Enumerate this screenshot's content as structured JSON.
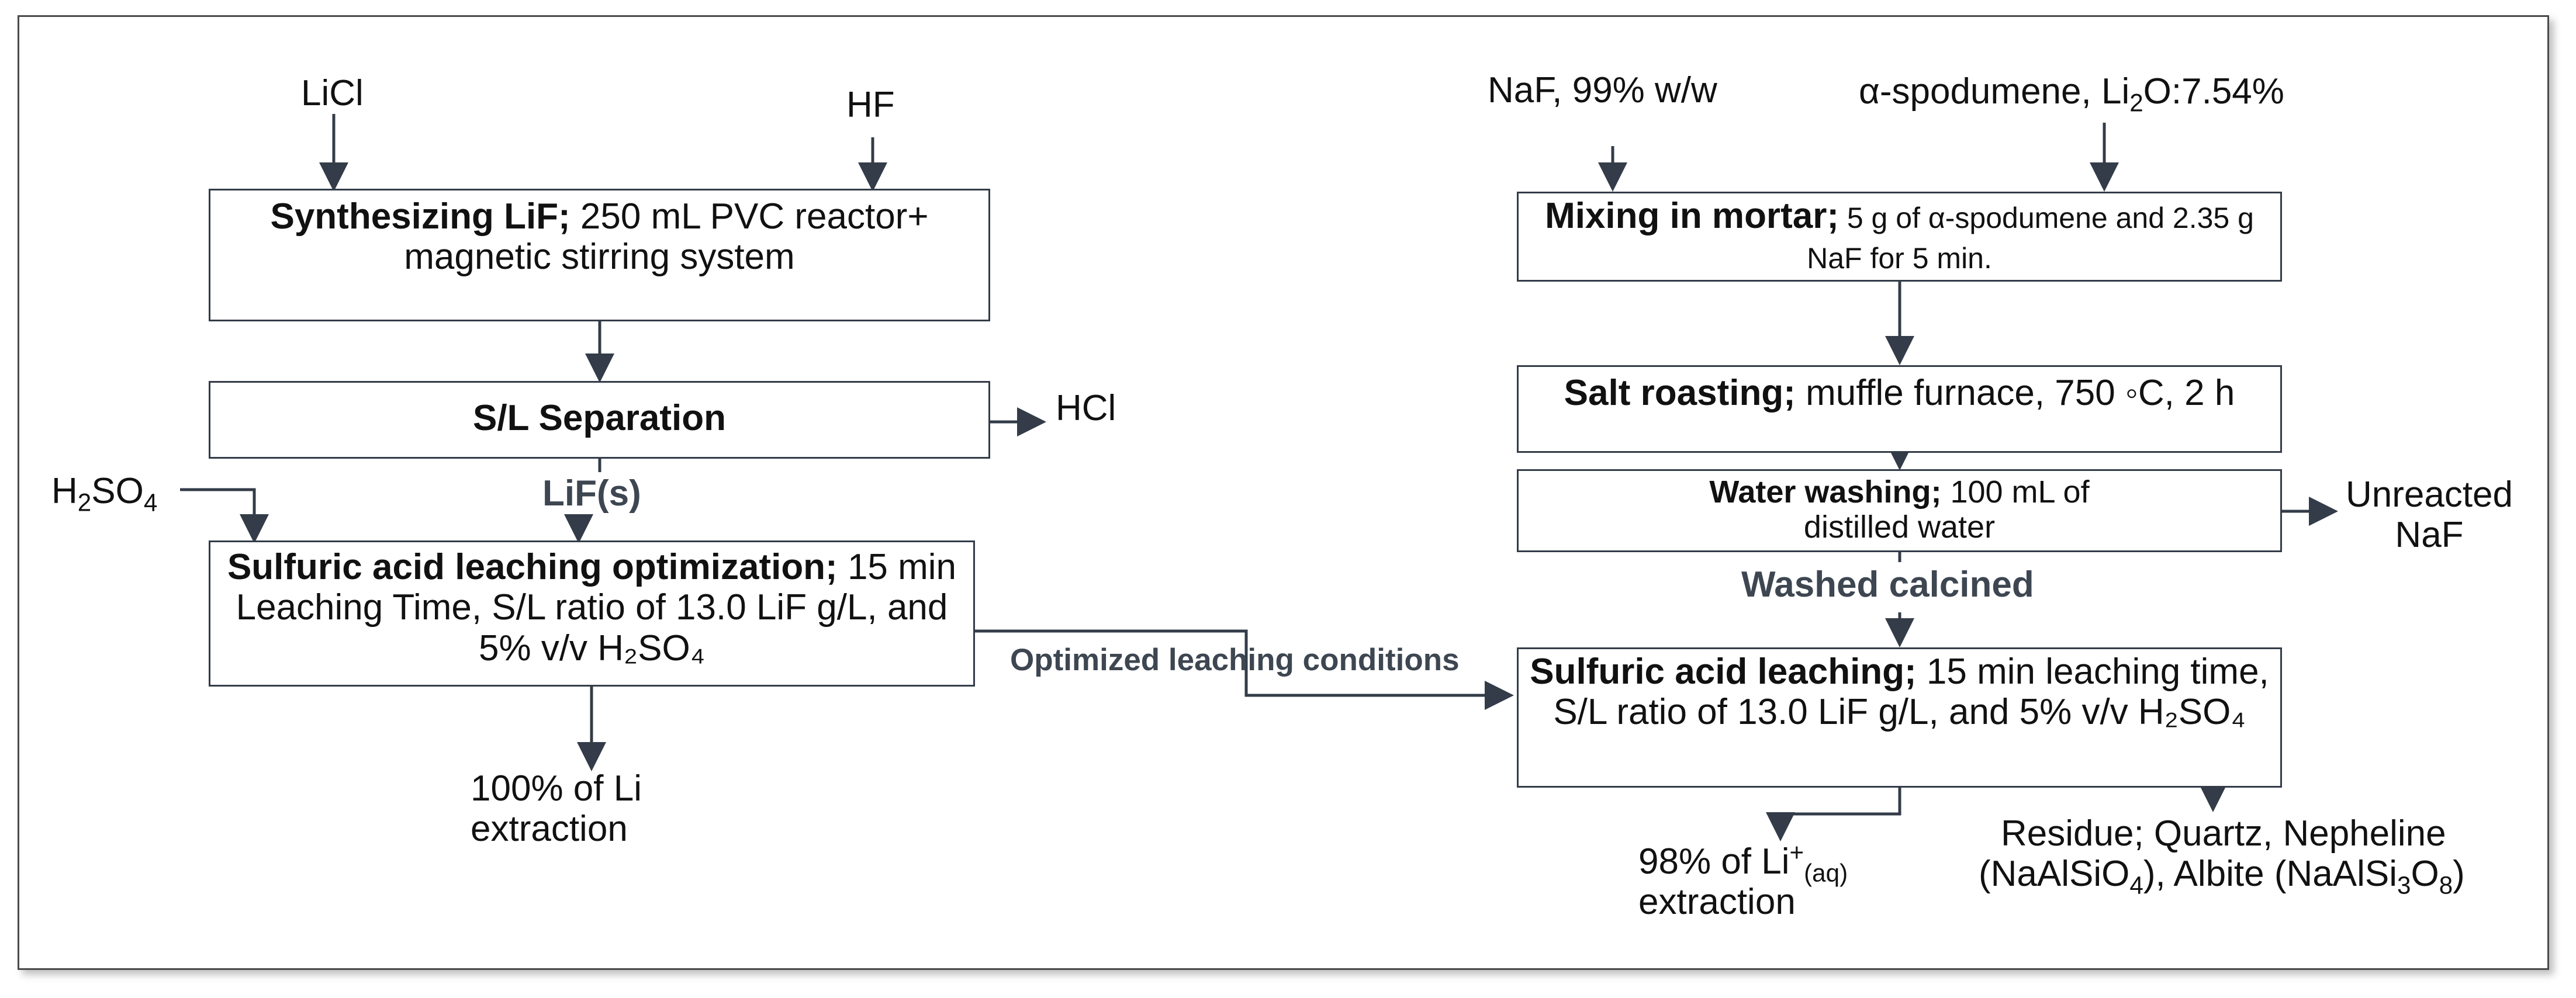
{
  "left": {
    "input_licl": "LiCl",
    "input_hf": "HF",
    "box_synth_bold": "Synthesizing LiF;",
    "box_synth_text": " 250 mL PVC reactor+ magnetic stirring system",
    "box_sl_sep": "S/L Separation",
    "output_hcl": "HCl",
    "input_h2so4_main": "H",
    "input_h2so4_sub": "2",
    "input_h2so4_tail": "SO",
    "input_h2so4_sub2": "4",
    "flow_lif": "LiF(s)",
    "box_opt_bold": "Sulfuric acid leaching optimization;",
    "box_opt_text": " 15 min Leaching Time, S/L ratio of 13.0 LiF g/L, and 5% v/v H₂SO₄",
    "output_li_line1": "100% of Li",
    "output_li_line2": "extraction"
  },
  "connector_label": "Optimized leaching conditions",
  "right": {
    "input_naf": "NaF, 99% w/w",
    "input_spod_a": "α-spodumene, Li",
    "input_spod_sub": "2",
    "input_spod_b": "O:7.54%",
    "box_mix_bold": "Mixing in mortar;",
    "box_mix_text": " 5 g of α-spodumene and 2.35 g NaF for 5 min.",
    "box_roast_bold": "Salt roasting;",
    "box_roast_text": " muffle furnace, 750 ◦C, 2 h",
    "box_wash_bold": "Water washing;",
    "box_wash_text": " 100 mL of distilled water",
    "output_unreacted_1": "Unreacted",
    "output_unreacted_2": "NaF",
    "flow_washed": "Washed calcined",
    "box_leach_bold": "Sulfuric acid leaching;",
    "box_leach_text": " 15 min leaching time, S/L ratio of 13.0 LiF g/L, and 5% v/v H₂SO₄",
    "output_li_a": "98% of Li",
    "output_li_sup": "+",
    "output_li_sub": "(aq)",
    "output_li_b": "extraction",
    "residue_line1": "Residue; Quartz, Nepheline",
    "residue_l2_a": "(NaAlSiO",
    "residue_l2_sub1": "4",
    "residue_l2_b": "), Albite (NaAlSi",
    "residue_l2_sub2": "3",
    "residue_l2_c": "O",
    "residue_l2_sub3": "8",
    "residue_l2_d": ")"
  },
  "colors": {
    "line": "#333c48",
    "label_gray": "#3d4651"
  }
}
